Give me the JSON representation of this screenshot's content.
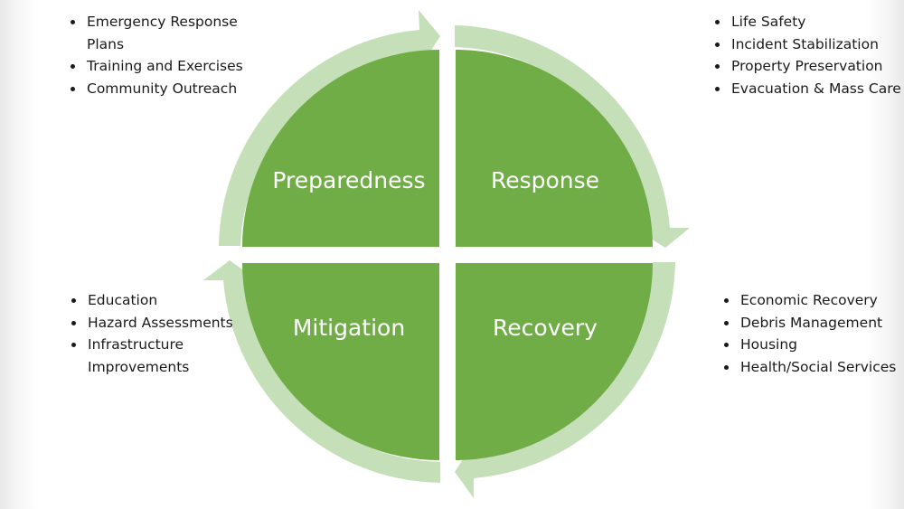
{
  "colors": {
    "quadrant_fill": "#70ad47",
    "arrow_ring": "#c5dfb8",
    "label_text": "#ffffff",
    "body_text": "#1a1a1a"
  },
  "quadrants": {
    "preparedness": {
      "label": "Preparedness",
      "items": [
        "Emergency Response Plans",
        "Training and Exercises",
        "Community Outreach"
      ]
    },
    "response": {
      "label": "Response",
      "items": [
        "Life Safety",
        "Incident Stabilization",
        "Property Preservation",
        "Evacuation & Mass Care"
      ]
    },
    "mitigation": {
      "label": "Mitigation",
      "items": [
        "Education",
        "Hazard Assessments",
        "Infrastructure Improvements"
      ]
    },
    "recovery": {
      "label": "Recovery",
      "items": [
        "Economic Recovery",
        "Debris Management",
        "Housing",
        "Health/Social Services"
      ]
    }
  }
}
